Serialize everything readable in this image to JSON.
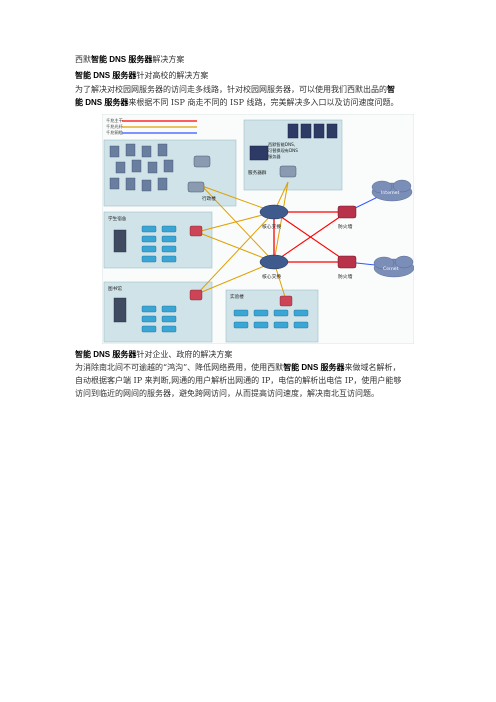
{
  "title": {
    "pre": "西默",
    "hl": "智能 DNS 服务器",
    "post": "解决方案"
  },
  "section1": {
    "heading": {
      "hl": "智能 DNS 服务器",
      "post": "针对高校的解决方案"
    },
    "para_l1": "为了解决对校园网服务器的访问走多线路，针对校园网服务器，可以使用我们西默出品的",
    "para_l1_hl": "智",
    "para_l2_hl": "能 DNS 服务器",
    "para_l2": "来根据不同 ISP 商走不同的 ISP 线路，完美解决多入口以及访问速度问题。"
  },
  "diagram": {
    "legend": [
      "千兆主干",
      "千兆光纤",
      "千兆铜缆"
    ],
    "zones": {
      "office": "行政楼",
      "server": "服务器群",
      "server_note": [
        "西默智能DNS,",
        "可替换现有DNS",
        "服务器"
      ],
      "dorm": "学生宿舍",
      "library": "图书馆",
      "lab": "实验楼"
    },
    "nodes": {
      "core1": "核心交换",
      "core2": "核心交换",
      "fw1": "防火墙",
      "fw2": "防火墙",
      "cloud1": "Internet",
      "cloud2": "Cernet"
    },
    "colors": {
      "backbone": "#ff0000",
      "fiber": "#e0a000",
      "copper": "#3355ff",
      "zone": "#cfe3e8"
    }
  },
  "section2": {
    "heading": {
      "hl": "智能 DNS 服务器",
      "post": "针对企业、政府的解决方案"
    },
    "l1_pre": "为消除南北间不可逾越的“鸿沟”、降低网络费用，使用西默",
    "l1_hl": "智能 DNS 服务器",
    "l1_post": "来做域名解析，",
    "l2": "自动根据客户端 IP 来判断,网通的用户解析出网通的 IP，电信的解析出电信 IP，使用户能够",
    "l3": "访问到临近的网间的服务器，避免跨网访问，从而提高访问速度，解决南北互访问题。"
  }
}
